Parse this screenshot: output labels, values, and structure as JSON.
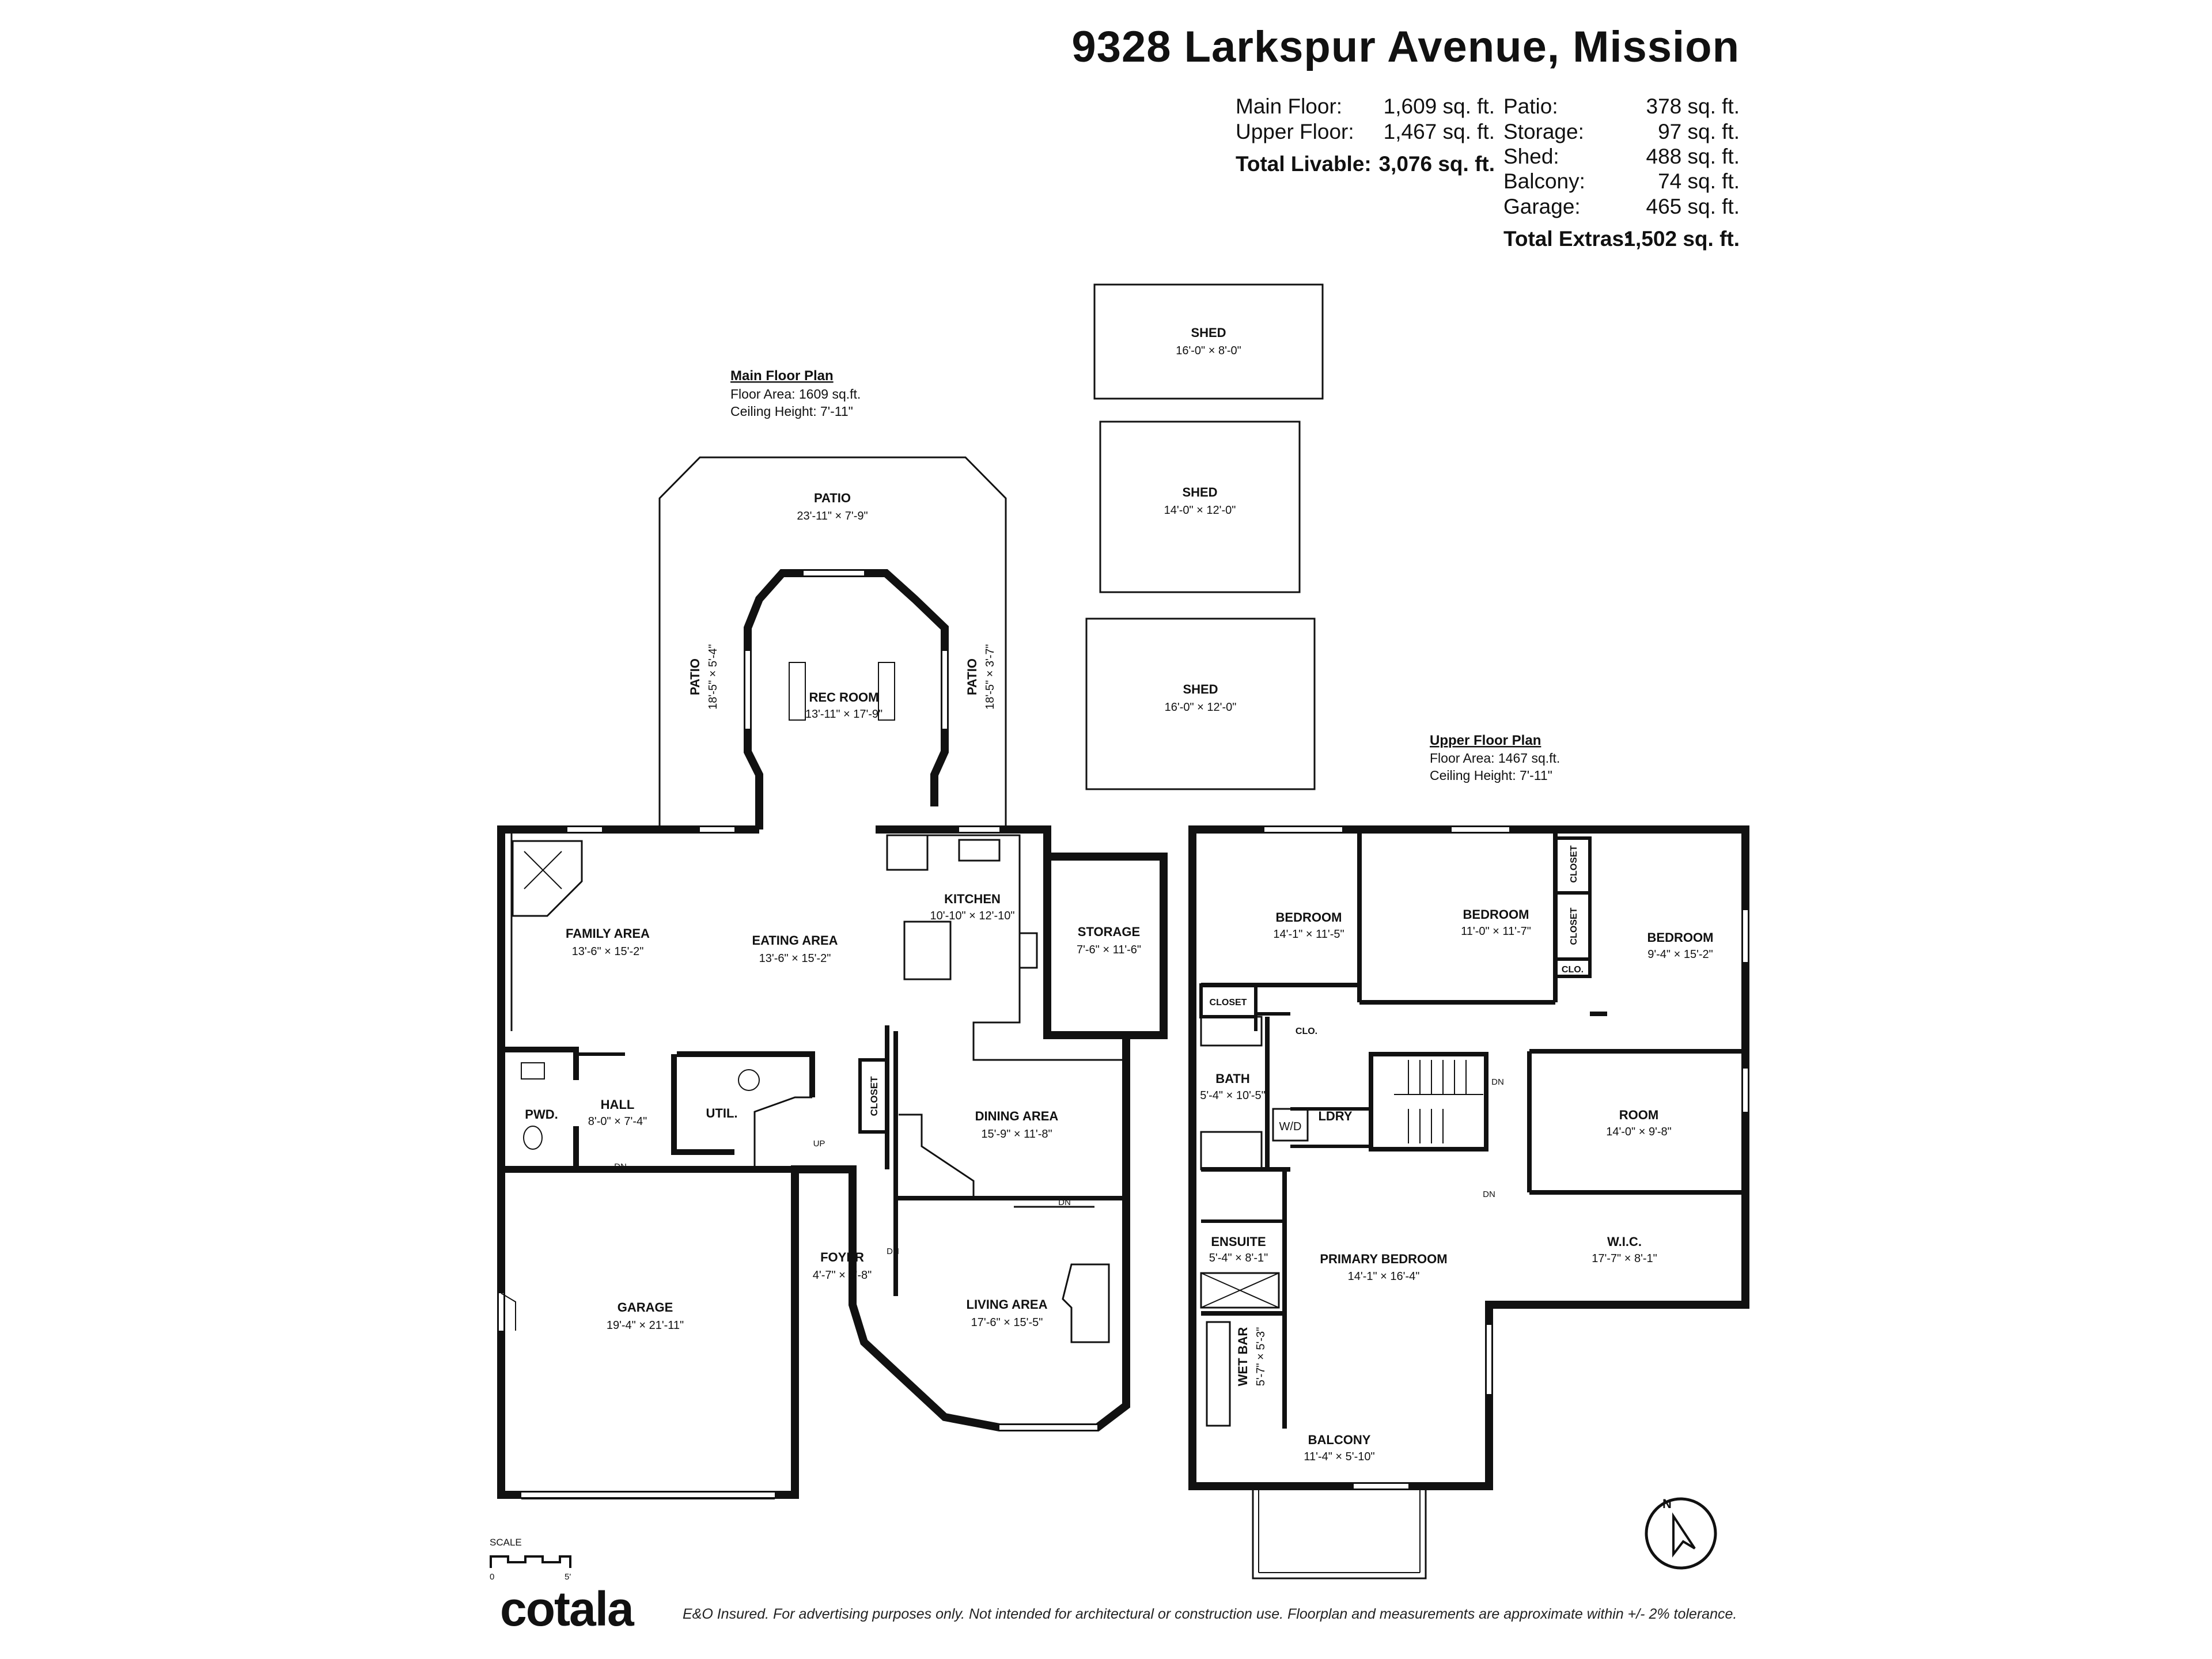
{
  "header": {
    "address": "9328 Larkspur Avenue, Mission"
  },
  "summary": {
    "left": [
      {
        "label": "Main Floor:",
        "value": "1,609 sq. ft.",
        "bold": false
      },
      {
        "label": "Upper Floor:",
        "value": "1,467 sq. ft.",
        "bold": false
      },
      {
        "label": "Total Livable:",
        "value": "3,076 sq. ft.",
        "bold": true
      }
    ],
    "right": [
      {
        "label": "Patio:",
        "value": "378 sq. ft.",
        "bold": false
      },
      {
        "label": "Storage:",
        "value": "97 sq. ft.",
        "bold": false
      },
      {
        "label": "Shed:",
        "value": "488 sq. ft.",
        "bold": false
      },
      {
        "label": "Balcony:",
        "value": "74 sq. ft.",
        "bold": false
      },
      {
        "label": "Garage:",
        "value": "465 sq. ft.",
        "bold": false
      },
      {
        "label": "Total Extras:",
        "value": "1,502 sq. ft.",
        "bold": true
      }
    ]
  },
  "main_floor": {
    "heading": "Main Floor Plan",
    "area": "Floor Area: 1609 sq.ft.",
    "ceiling": "Ceiling Height: 7'-11\""
  },
  "upper_floor": {
    "heading": "Upper Floor Plan",
    "area": "Floor Area: 1467 sq.ft.",
    "ceiling": "Ceiling Height: 7'-11\""
  },
  "sheds": [
    {
      "name": "SHED",
      "dims": "16'-0\" × 8'-0\""
    },
    {
      "name": "SHED",
      "dims": "14'-0\" × 12'-0\""
    },
    {
      "name": "SHED",
      "dims": "16'-0\" × 12'-0\""
    }
  ],
  "rooms_main": {
    "patio_top": {
      "name": "PATIO",
      "dims": "23'-11\" × 7'-9\""
    },
    "patio_left": {
      "name": "PATIO",
      "dims": "18'-5\" × 5'-4\""
    },
    "patio_right": {
      "name": "PATIO",
      "dims": "18'-5\" × 3'-7\""
    },
    "rec_room": {
      "name": "REC ROOM",
      "dims": "13'-11\" × 17'-9\""
    },
    "family": {
      "name": "FAMILY AREA",
      "dims": "13'-6\" × 15'-2\""
    },
    "eating": {
      "name": "EATING AREA",
      "dims": "13'-6\" × 15'-2\""
    },
    "kitchen": {
      "name": "KITCHEN",
      "dims": "10'-10\" × 12'-10\""
    },
    "storage": {
      "name": "STORAGE",
      "dims": "7'-6\" × 11'-6\""
    },
    "pwd": {
      "name": "PWD.",
      "dims": ""
    },
    "hall": {
      "name": "HALL",
      "dims": "8'-0\" × 7'-4\""
    },
    "util": {
      "name": "UTIL.",
      "dims": ""
    },
    "closet": {
      "name": "CLOSET",
      "dims": ""
    },
    "dining": {
      "name": "DINING AREA",
      "dims": "15'-9\" × 11'-8\""
    },
    "foyer": {
      "name": "FOYER",
      "dims": "4'-7\" × 5'-8\""
    },
    "garage": {
      "name": "GARAGE",
      "dims": "19'-4\" × 21'-11\""
    },
    "living": {
      "name": "LIVING AREA",
      "dims": "17'-6\" × 15'-5\""
    }
  },
  "rooms_upper": {
    "bed1": {
      "name": "BEDROOM",
      "dims": "14'-1\" × 11'-5\""
    },
    "bed2": {
      "name": "BEDROOM",
      "dims": "11'-0\" × 11'-7\""
    },
    "bed3": {
      "name": "BEDROOM",
      "dims": "9'-4\" × 15'-2\""
    },
    "closet1": {
      "name": "CLOSET",
      "dims": ""
    },
    "closet2": {
      "name": "CLOSET",
      "dims": ""
    },
    "closet3": {
      "name": "CLOSET",
      "dims": ""
    },
    "clo1": {
      "name": "CLO.",
      "dims": ""
    },
    "clo2": {
      "name": "CLO.",
      "dims": ""
    },
    "bath": {
      "name": "BATH",
      "dims": "5'-4\" × 10'-5\""
    },
    "ldry": {
      "name": "LDRY",
      "dims": ""
    },
    "wd": {
      "name": "W/D",
      "dims": ""
    },
    "room": {
      "name": "ROOM",
      "dims": "14'-0\" × 9'-8\""
    },
    "ensuite": {
      "name": "ENSUITE",
      "dims": "5'-4\" × 8'-1\""
    },
    "primary": {
      "name": "PRIMARY BEDROOM",
      "dims": "14'-1\" × 16'-4\""
    },
    "wic": {
      "name": "W.I.C.",
      "dims": "17'-7\" × 8'-1\""
    },
    "wetbar": {
      "name": "WET BAR",
      "dims": "5'-7\" × 5'-3\""
    },
    "balcony": {
      "name": "BALCONY",
      "dims": "11'-4\" × 5'-10\""
    }
  },
  "markers": {
    "up": "UP",
    "dn": "DN"
  },
  "scale": {
    "label": "SCALE",
    "start": "0",
    "end": "5'"
  },
  "compass": {
    "label": "N"
  },
  "footer": {
    "logo": "cotala",
    "disclaimer": "E&O Insured. For advertising purposes only. Not intended for architectural or construction use. Floorplan and measurements are approximate within +/- 2% tolerance."
  },
  "colors": {
    "wall": "#111111",
    "window": "#ffffff",
    "background": "#ffffff"
  }
}
